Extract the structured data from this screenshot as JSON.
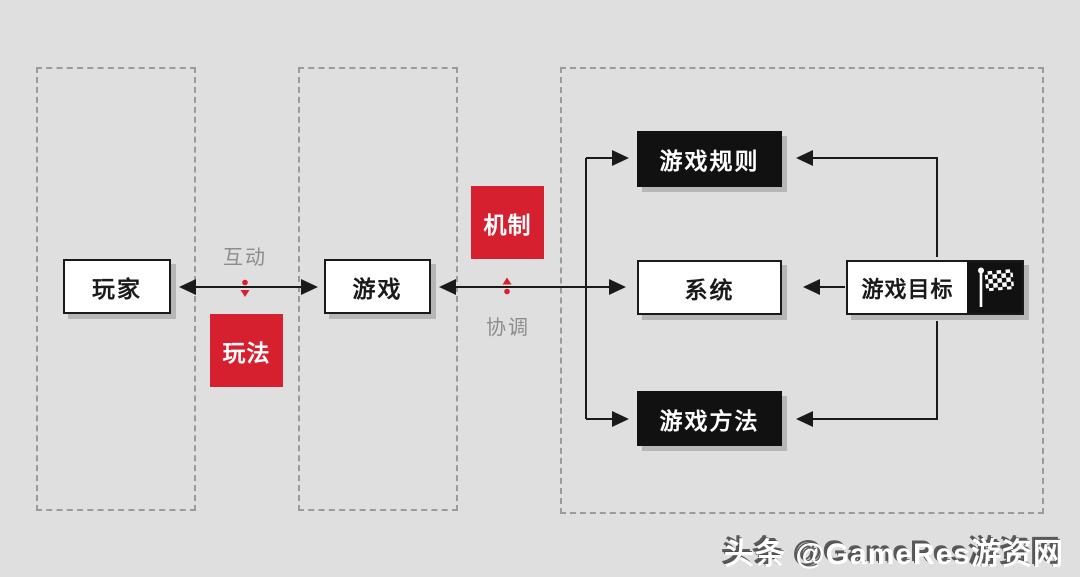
{
  "diagram": {
    "title_hint": "game-structure-diagram",
    "colors": {
      "background": "#dfdfdf",
      "accent_red": "#d6202f",
      "node_black": "#111111",
      "node_white": "#ffffff",
      "line_black": "#1a1a1a",
      "muted_gray_text": "#8c8c8c",
      "dashed_border": "#9b9b9b"
    },
    "nodes": {
      "player": {
        "label": "玩家"
      },
      "game": {
        "label": "游戏"
      },
      "rules": {
        "label": "游戏规则"
      },
      "system": {
        "label": "系统"
      },
      "methods": {
        "label": "游戏方法"
      },
      "goal": {
        "label": "游戏目标",
        "icon": "checkered-flag-icon"
      }
    },
    "concepts": {
      "gameplay": {
        "label": "玩法"
      },
      "mechanism": {
        "label": "机制"
      }
    },
    "edge_labels": {
      "interaction": "互动",
      "coordination": "协调"
    },
    "watermark": "头条 @GameRes游资网"
  }
}
